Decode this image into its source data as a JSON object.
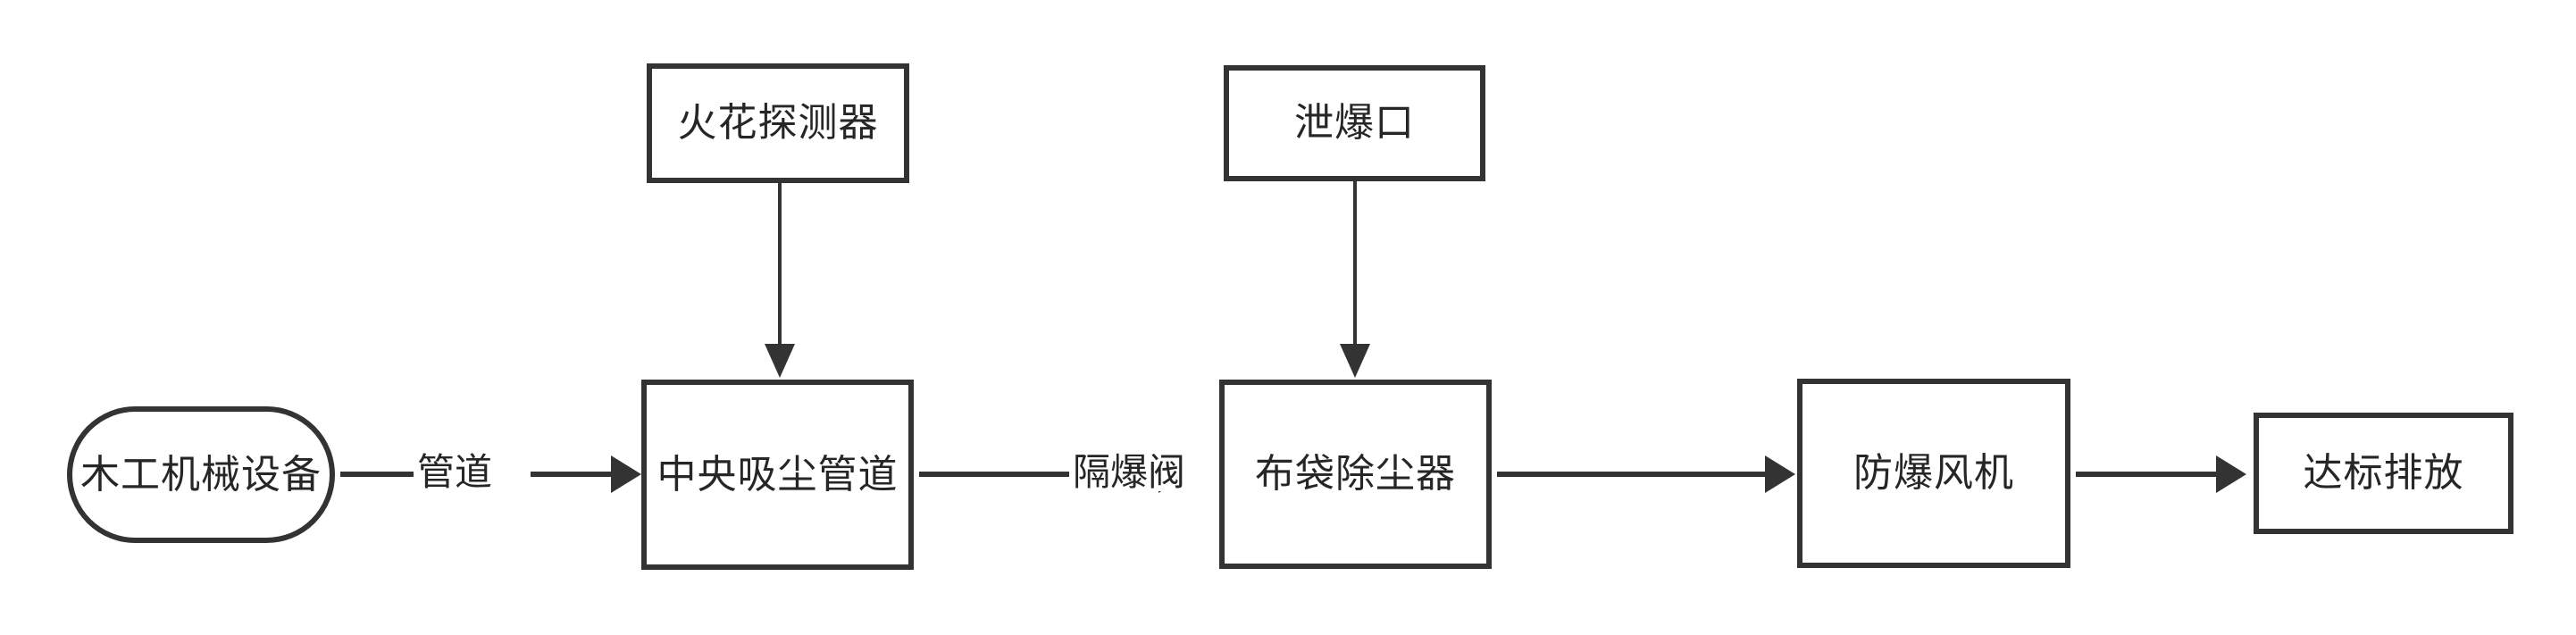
{
  "diagram": {
    "type": "flowchart",
    "orientation": "left-to-right",
    "background_color": "#ffffff",
    "stroke_color": "#333333",
    "text_color": "#262626",
    "nodes": [
      {
        "id": "source",
        "label": "木工机械设备",
        "shape": "stadium"
      },
      {
        "id": "central",
        "label": "中央吸尘管道",
        "shape": "rectangle"
      },
      {
        "id": "bagfilter",
        "label": "布袋除尘器",
        "shape": "rectangle"
      },
      {
        "id": "fan",
        "label": "防爆风机",
        "shape": "rectangle"
      },
      {
        "id": "discharge",
        "label": "达标排放",
        "shape": "rectangle"
      },
      {
        "id": "spark",
        "label": "火花探测器",
        "shape": "rectangle"
      },
      {
        "id": "vent",
        "label": "泄爆口",
        "shape": "rectangle"
      }
    ],
    "edges": [
      {
        "from": "source",
        "to": "central",
        "label": "管道",
        "direction": "right"
      },
      {
        "from": "central",
        "to": "bagfilter",
        "label": "隔爆阀",
        "direction": "right"
      },
      {
        "from": "bagfilter",
        "to": "fan",
        "label": "",
        "direction": "right"
      },
      {
        "from": "fan",
        "to": "discharge",
        "label": "",
        "direction": "right"
      },
      {
        "from": "spark",
        "to": "central",
        "label": "",
        "direction": "down"
      },
      {
        "from": "vent",
        "to": "bagfilter",
        "label": "",
        "direction": "down"
      }
    ]
  }
}
